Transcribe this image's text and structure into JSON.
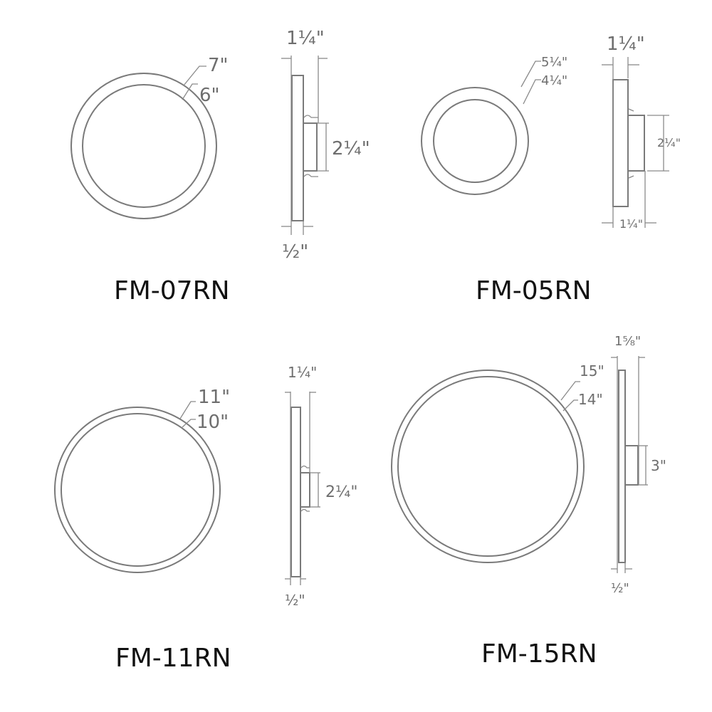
{
  "drawings": [
    {
      "model": "FM-07RN",
      "front": {
        "outer_diameter": "7\"",
        "inner_diameter": "6\""
      },
      "side": {
        "total_depth": "1¼\"",
        "canopy_height": "2¼\"",
        "panel_thickness": "½\""
      }
    },
    {
      "model": "FM-05RN",
      "front": {
        "outer_diameter": "5¼\"",
        "inner_diameter": "4¼\""
      },
      "side": {
        "total_depth": "1¼\"",
        "canopy_height": "2¼\"",
        "panel_thickness": "1¼\""
      }
    },
    {
      "model": "FM-11RN",
      "front": {
        "outer_diameter": "11\"",
        "inner_diameter": "10\""
      },
      "side": {
        "total_depth": "1¼\"",
        "canopy_height": "2¼\"",
        "panel_thickness": "½\""
      }
    },
    {
      "model": "FM-15RN",
      "front": {
        "outer_diameter": "15\"",
        "inner_diameter": "14\""
      },
      "side": {
        "total_depth": "1⅝\"",
        "canopy_height": "3\"",
        "panel_thickness": "½\""
      }
    }
  ]
}
